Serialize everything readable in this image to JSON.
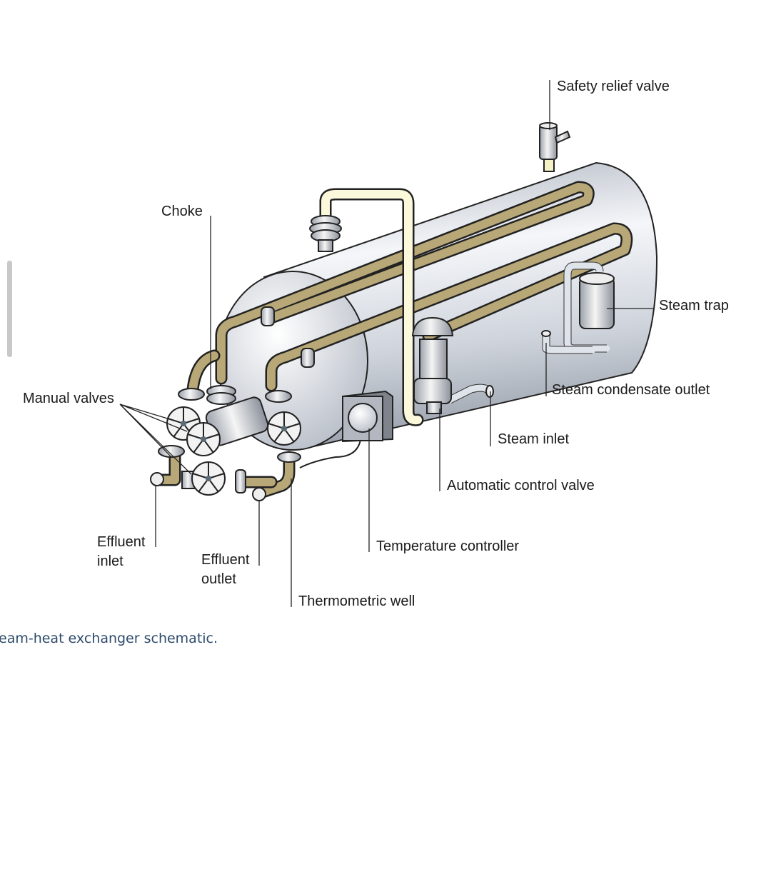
{
  "labels": {
    "safety_relief_valve": "Safety relief valve",
    "choke": "Choke",
    "steam_trap": "Steam trap",
    "manual_valves": "Manual valves",
    "steam_condensate_outlet": "Steam condensate outlet",
    "steam_inlet": "Steam inlet",
    "automatic_control_valve": "Automatic control valve",
    "temperature_controller": "Temperature controller",
    "effluent_inlet_1": "Effluent",
    "effluent_inlet_2": "inlet",
    "effluent_outlet_1": "Effluent",
    "effluent_outlet_2": "outlet",
    "thermometric_well": "Thermometric well"
  },
  "caption": "eam-heat exchanger schematic.",
  "colors": {
    "pipe": "#b8a878",
    "caption": "#2c4a6b",
    "tank": "#d9dde4"
  }
}
